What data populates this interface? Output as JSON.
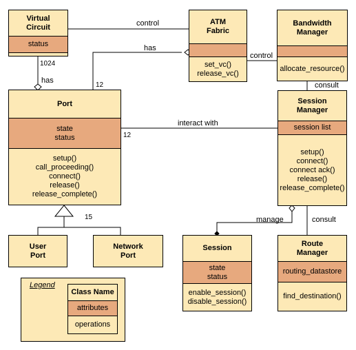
{
  "classes": {
    "virtual_circuit": {
      "name": "Virtual\nCircuit",
      "attributes": [
        "status"
      ],
      "operations": []
    },
    "atm_fabric": {
      "name": "ATM\nFabric",
      "attributes": [],
      "operations": [
        "set_vc()",
        "release_vc()"
      ]
    },
    "bandwidth_manager": {
      "name": "Bandwidth\nManager",
      "attributes": [],
      "operations": [
        "allocate_resource()"
      ]
    },
    "port": {
      "name": "Port",
      "attributes": [
        "state",
        "status"
      ],
      "operations": [
        "setup()",
        "call_proceeding()",
        "connect()",
        "release()",
        "release_complete()"
      ]
    },
    "session_manager": {
      "name": "Session\nManager",
      "attributes": [
        "session list"
      ],
      "operations": [
        "setup()",
        "connect()",
        "connect ack()",
        "release()",
        "release_complete()"
      ]
    },
    "user_port": {
      "name": "User\nPort"
    },
    "network_port": {
      "name": "Network\nPort"
    },
    "session": {
      "name": "Session",
      "attributes": [
        "state",
        "status"
      ],
      "operations": [
        "enable_session()",
        "disable_session()"
      ]
    },
    "route_manager": {
      "name": "Route\nManager",
      "attributes": [
        "routing_datastore"
      ],
      "operations": [
        "find_destination()"
      ]
    }
  },
  "associations": {
    "vc_fabric": "control",
    "port_fabric": "has",
    "fabric_bw": "control",
    "vc_port": "has",
    "port_sm": "interact with",
    "bw_sm": "consult",
    "sm_session": "manage",
    "sm_route": "consult"
  },
  "multiplicities": {
    "vc_port": "1024",
    "port_top": "12",
    "port_right": "12",
    "port_subclass": "15"
  },
  "legend": {
    "title": "Legend",
    "class_name": "Class Name",
    "attributes": "attributes",
    "operations": "operations"
  },
  "colors": {
    "class_fill": "#fde9b6",
    "attribute_fill": "#e7a97e",
    "line": "#000000"
  }
}
